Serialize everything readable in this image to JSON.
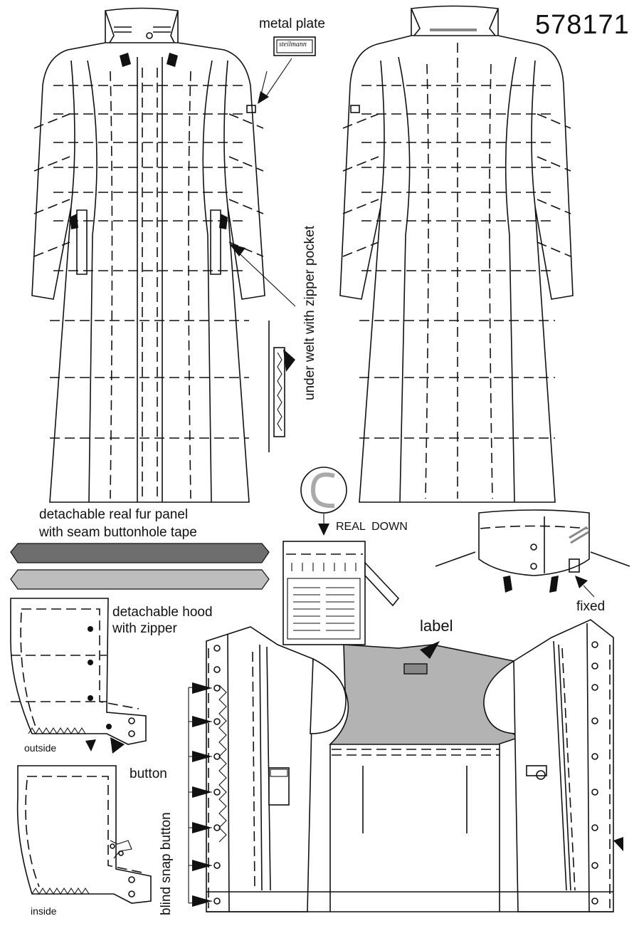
{
  "style_number": "578171",
  "labels": {
    "metal_plate": "metal plate",
    "plate_brand": "steilmann",
    "under_welt": "under welt with zipper pocket",
    "fur_panel_line1": "detachable real fur panel",
    "fur_panel_line2": "with seam buttonhole tape",
    "real_down": "REAL  DOWN",
    "fixed": "fixed",
    "hood_line1": "detachable hood",
    "hood_line2": "with zipper",
    "label": "label",
    "outside": "outside",
    "inside": "inside",
    "button": "button",
    "blind_snap": "blind snap button"
  },
  "colors": {
    "fur_dark": "#6e6e6e",
    "fur_light": "#bdbdbd",
    "lining_yoke": "#b3b3b3",
    "line": "#111111"
  }
}
